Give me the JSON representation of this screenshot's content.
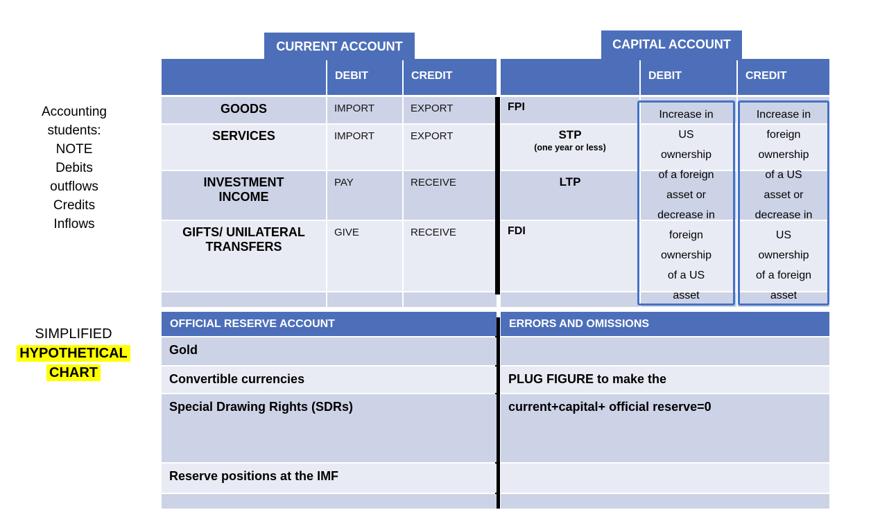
{
  "colors": {
    "band_blue": "#4D6FB9",
    "row_dark": "#CDD3E6",
    "row_light": "#E9EBF4",
    "box_border": "#4472C4",
    "divider_black": "#000000",
    "highlight_yellow": "#FFFF00"
  },
  "annotations": {
    "note": "Accounting\nstudents:\nNOTE\nDebits\noutflows\nCredits\nInflows",
    "simplified": "SIMPLIFIED",
    "hypothetical": "HYPOTHETICAL",
    "chart": "CHART"
  },
  "current_account": {
    "tab": "CURRENT ACCOUNT",
    "col_debit": "DEBIT",
    "col_credit": "CREDIT",
    "rows": [
      {
        "label": "GOODS",
        "debit": "IMPORT",
        "credit": "EXPORT"
      },
      {
        "label": "SERVICES",
        "debit": "IMPORT",
        "credit": "EXPORT"
      },
      {
        "label": "INVESTMENT\nINCOME",
        "debit": "PAY",
        "credit": "RECEIVE"
      },
      {
        "label": "GIFTS/ UNILATERAL\nTRANSFERS",
        "debit": "GIVE",
        "credit": "RECEIVE"
      }
    ]
  },
  "capital_account": {
    "tab": "CAPITAL ACCOUNT",
    "col_debit": "DEBIT",
    "col_credit": "CREDIT",
    "rows": [
      {
        "label": "FPI"
      },
      {
        "label": "STP",
        "sublabel": "(one year or less)"
      },
      {
        "label": "LTP"
      },
      {
        "label": "FDI"
      }
    ],
    "debit_note": "Increase in\nUS\nownership\nof a foreign\nasset or\ndecrease in\nforeign\nownership\nof a US\nasset",
    "credit_note": "Increase in\nforeign\nownership\nof a US\nasset or\ndecrease in\nUS\nownership\nof a foreign\nasset"
  },
  "official_reserve": {
    "title": "OFFICIAL RESERVE ACCOUNT",
    "items": [
      "Gold",
      "Convertible currencies",
      "Special Drawing Rights (SDRs)",
      "Reserve positions at the IMF"
    ]
  },
  "errors_omissions": {
    "title": "ERRORS AND OMISSIONS",
    "line1": "PLUG FIGURE to make the",
    "line2": "current+capital+ official reserve=0"
  }
}
